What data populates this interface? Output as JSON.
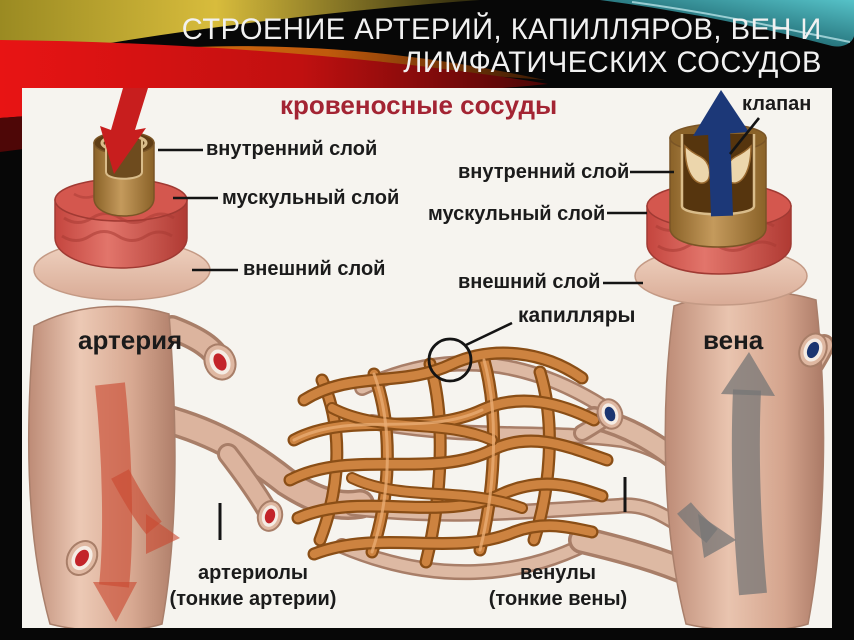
{
  "slide": {
    "title_line1": "СТРОЕНИЕ АРТЕРИЙ, КАПИЛЛЯРОВ, ВЕН И",
    "title_line2": "ЛИМФАТИЧЕСКИХ СОСУДОВ"
  },
  "diagram": {
    "heading": "кровеносные сосуды",
    "vessel_labels": {
      "artery": "артерия",
      "vein": "вена",
      "capillaries": "капилляры",
      "valve": "клапан"
    },
    "artery_layers": {
      "inner": "внутренний слой",
      "muscular": "мускульный слой",
      "outer": "внешний слой"
    },
    "vein_layers": {
      "inner": "внутренний слой",
      "muscular": "мускульный слой",
      "outer": "внешний слой"
    },
    "bottom_labels": {
      "arterioles_name": "артериолы",
      "arterioles_note": "(тонкие артерии)",
      "venules_name": "венулы",
      "venules_note": "(тонкие вены)"
    },
    "colors": {
      "heading_red": "#a32433",
      "label_ink": "#1b1b1b",
      "artery_flow_arrow": "#c81e1e",
      "vein_valve_arrow": "#1c3878",
      "vein_flow_arrow": "#8f8f8f",
      "capillary_orange": "#c97f3e",
      "vessel_flesh": "#d9ab94",
      "muscle_red": "#d4574e",
      "inner_layer_brown": "#a1763a"
    }
  }
}
